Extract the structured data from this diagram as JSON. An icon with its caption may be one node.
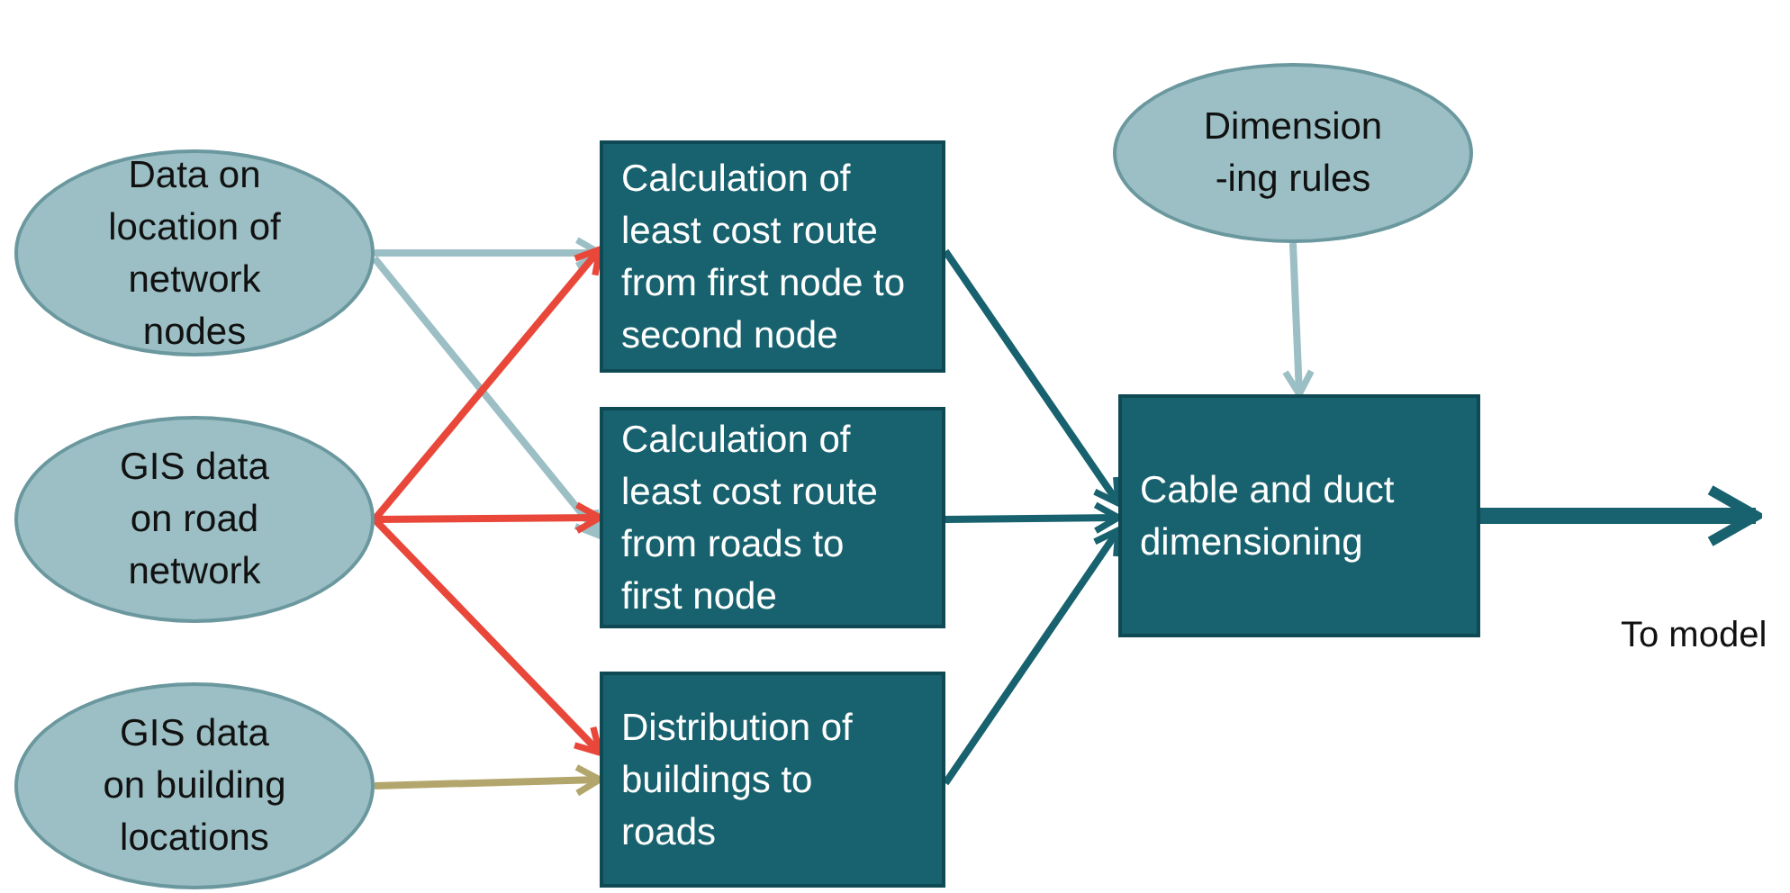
{
  "diagram": {
    "nodes": [
      {
        "text": [
          "Data on location of network nodes"
        ]
      },
      {
        "text": [
          "GIS data on road network"
        ]
      },
      {
        "text": [
          "GIS data on building locations"
        ]
      },
      {
        "text": [
          "Dimension -ing rules"
        ]
      },
      {
        "text": [
          "Calculation of least cost route from first node to second node"
        ]
      },
      {
        "text": [
          "Calculation of least cost route from roads to first node"
        ]
      },
      {
        "text": [
          "Distribution of buildings to roads"
        ]
      },
      {
        "text": [
          "Cable and duct dimensioning"
        ]
      }
    ],
    "edges": [
      {
        "from": 0,
        "to": 4,
        "arrow": "to",
        "color": "#9bbfc4"
      },
      {
        "from": 0,
        "to": 5,
        "arrow": "to",
        "color": "#9bbfc4"
      },
      {
        "from": 1,
        "to": 4,
        "arrow": "to",
        "color": "#e8473a"
      },
      {
        "from": 1,
        "to": 5,
        "arrow": "to",
        "color": "#e8473a"
      },
      {
        "from": 1,
        "to": 6,
        "arrow": "to",
        "color": "#e8473a"
      },
      {
        "from": 2,
        "to": 6,
        "arrow": "to",
        "color": "#b3a66c"
      },
      {
        "from": 4,
        "to": 7,
        "arrow": "to"
      },
      {
        "from": 5,
        "to": 7,
        "arrow": "to"
      },
      {
        "from": 6,
        "to": 7,
        "arrow": "to"
      },
      {
        "from": 3,
        "to": 7,
        "arrow": "to",
        "color": "#9bbfc4"
      },
      {
        "from": 7,
        "to": null,
        "arrow": "to",
        "style": "thick"
      }
    ],
    "labels": [
      "To model"
    ]
  }
}
